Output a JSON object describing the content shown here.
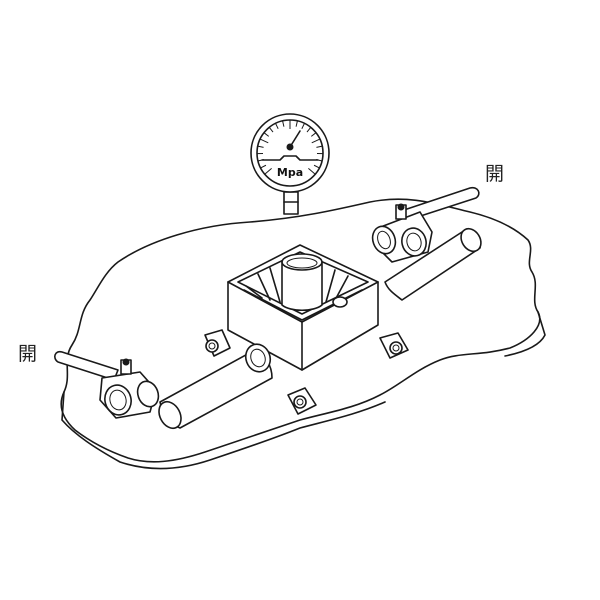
{
  "labels": {
    "valve_right_state": "開",
    "valve_left_state": "開",
    "gauge_unit": "Mpa"
  },
  "icons": {
    "gauge": "pressure-gauge-icon",
    "valve": "ball-valve-icon"
  },
  "colors": {
    "line": "#1a1a1a",
    "background": "#ffffff"
  }
}
